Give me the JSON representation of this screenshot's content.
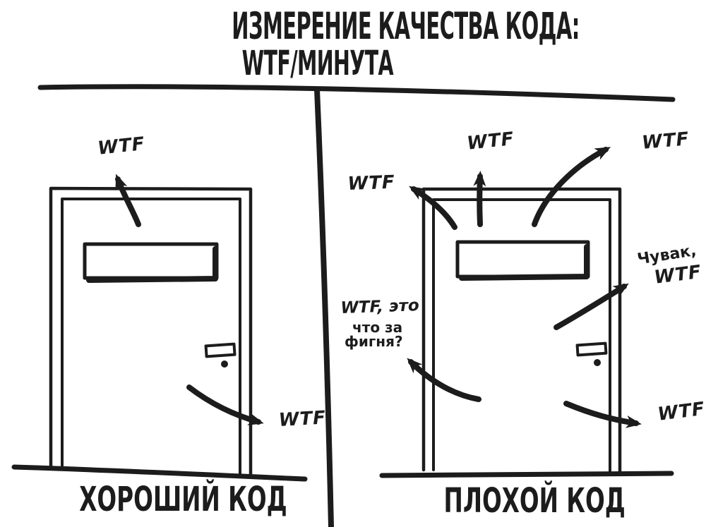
{
  "title": {
    "line1": "ИЗМЕРЕНИЕ КАЧЕСТВА КОДА:",
    "line2": "WTF/МИНУТА"
  },
  "left_panel": {
    "caption": "ХОРОШИЙ КОД",
    "wtf_top": "WTF",
    "wtf_bottom": "WTF"
  },
  "right_panel": {
    "caption": "ПЛОХОЙ КОД",
    "wtf_top_left": "WTF",
    "wtf_top_center": "WTF",
    "wtf_top_right": "WTF",
    "dude_line1": "Чувак,",
    "dude_line2": "WTF",
    "exclaim_line1": "WTF, это",
    "exclaim_line2": "что за",
    "exclaim_line3": "фигня?",
    "wtf_bottom_right": "WTF"
  },
  "colors": {
    "ink": "#1c1c1c",
    "paper": "#ffffff"
  }
}
